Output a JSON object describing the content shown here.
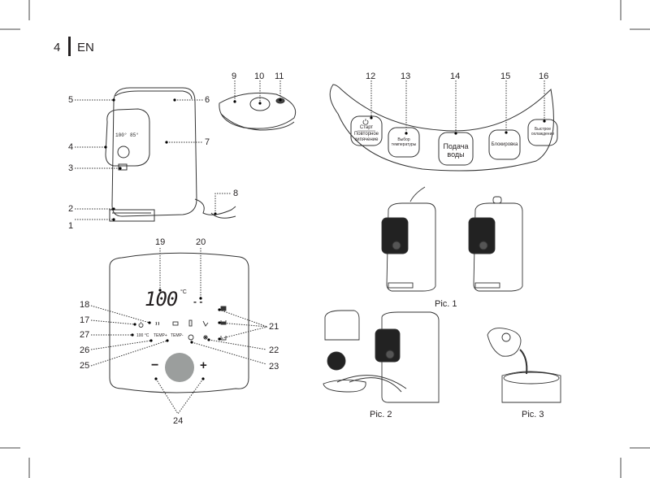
{
  "header": {
    "page_number": "4",
    "language": "EN"
  },
  "device_callouts": [
    "1",
    "2",
    "3",
    "4",
    "5",
    "6",
    "7",
    "8",
    "9",
    "10",
    "11"
  ],
  "control_strip": {
    "callouts": [
      "12",
      "13",
      "14",
      "15",
      "16"
    ],
    "buttons": [
      {
        "line1": "Старт",
        "line2": "Повторное кипячение",
        "icon": "power-icon"
      },
      {
        "line1": "Выбор",
        "line2": "температуры"
      },
      {
        "line1": "Подача",
        "line2": "воды"
      },
      {
        "line1": "Блокировка"
      },
      {
        "line1": "Быстрое",
        "line2": "охлаждение"
      }
    ]
  },
  "display_panel": {
    "callouts": [
      "17",
      "18",
      "19",
      "20",
      "21",
      "22",
      "23",
      "24",
      "25",
      "26",
      "27"
    ],
    "temperature": "100",
    "unit": "°C",
    "secondary_readout": "- -",
    "labels": {
      "boil_100": "100 °C",
      "temp_plus": "TEMP+",
      "temp_minus": "TEMP-"
    },
    "minus": "−",
    "plus": "+",
    "icons": [
      "power-icon",
      "steam-icon",
      "cup-icon",
      "bottle-icon",
      "milk-icon",
      "timer-icon",
      "snowflake-icon",
      "water-level-full-icon",
      "water-level-mid-icon",
      "water-level-empty-icon"
    ],
    "knob_color": "#9b9e9d"
  },
  "figures": {
    "pic1": "Pic. 1",
    "pic2": "Pic. 2",
    "pic3": "Pic. 3"
  }
}
